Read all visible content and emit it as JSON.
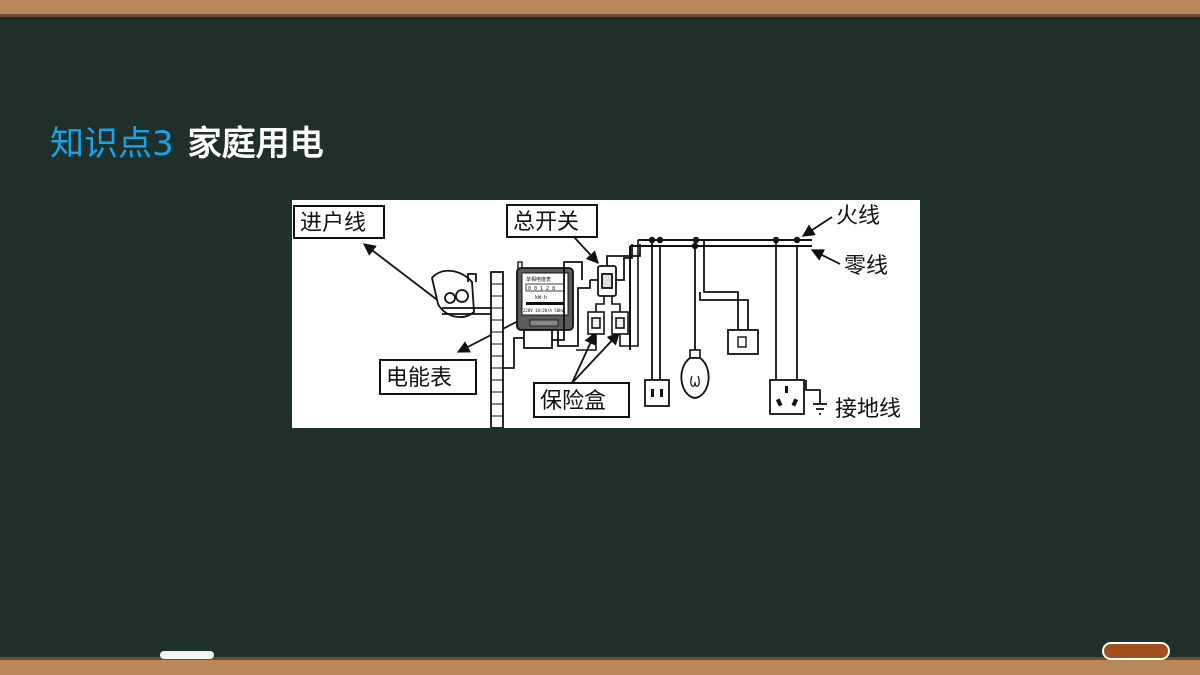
{
  "slide": {
    "title_point": "知识点3",
    "title_topic": "家庭用电"
  },
  "diagram": {
    "labels": {
      "incoming_line": "进户线",
      "main_switch": "总开关",
      "live_wire": "火线",
      "neutral_wire": "零线",
      "energy_meter": "电能表",
      "fuse_box": "保险盒",
      "ground_wire": "接地线"
    },
    "meter_face": {
      "name": "单相电度表",
      "reading": "0 0 1 2 8",
      "unit": "kW·h",
      "rating": "220V 10(20)A 50Hz"
    }
  },
  "colors": {
    "board": "#1f302b",
    "frame": "#b9875a",
    "title_accent": "#1aa3e8",
    "title_text": "#ffffff",
    "eraser": "#a0501c"
  }
}
